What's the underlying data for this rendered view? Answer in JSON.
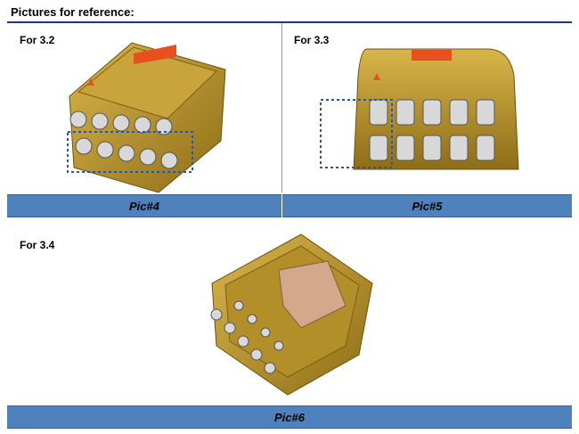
{
  "heading": "Pictures for reference:",
  "panels": [
    {
      "label": "For 3.2",
      "caption": "Pic#4"
    },
    {
      "label": "For 3.3",
      "caption": "Pic#5"
    },
    {
      "label": "For 3.4",
      "caption": "Pic#6"
    }
  ],
  "colors": {
    "caption_bar": "#4f81bd",
    "rule": "#1f3a6b",
    "enclosure": "#b8942a",
    "label_patch": "#e8501e"
  }
}
